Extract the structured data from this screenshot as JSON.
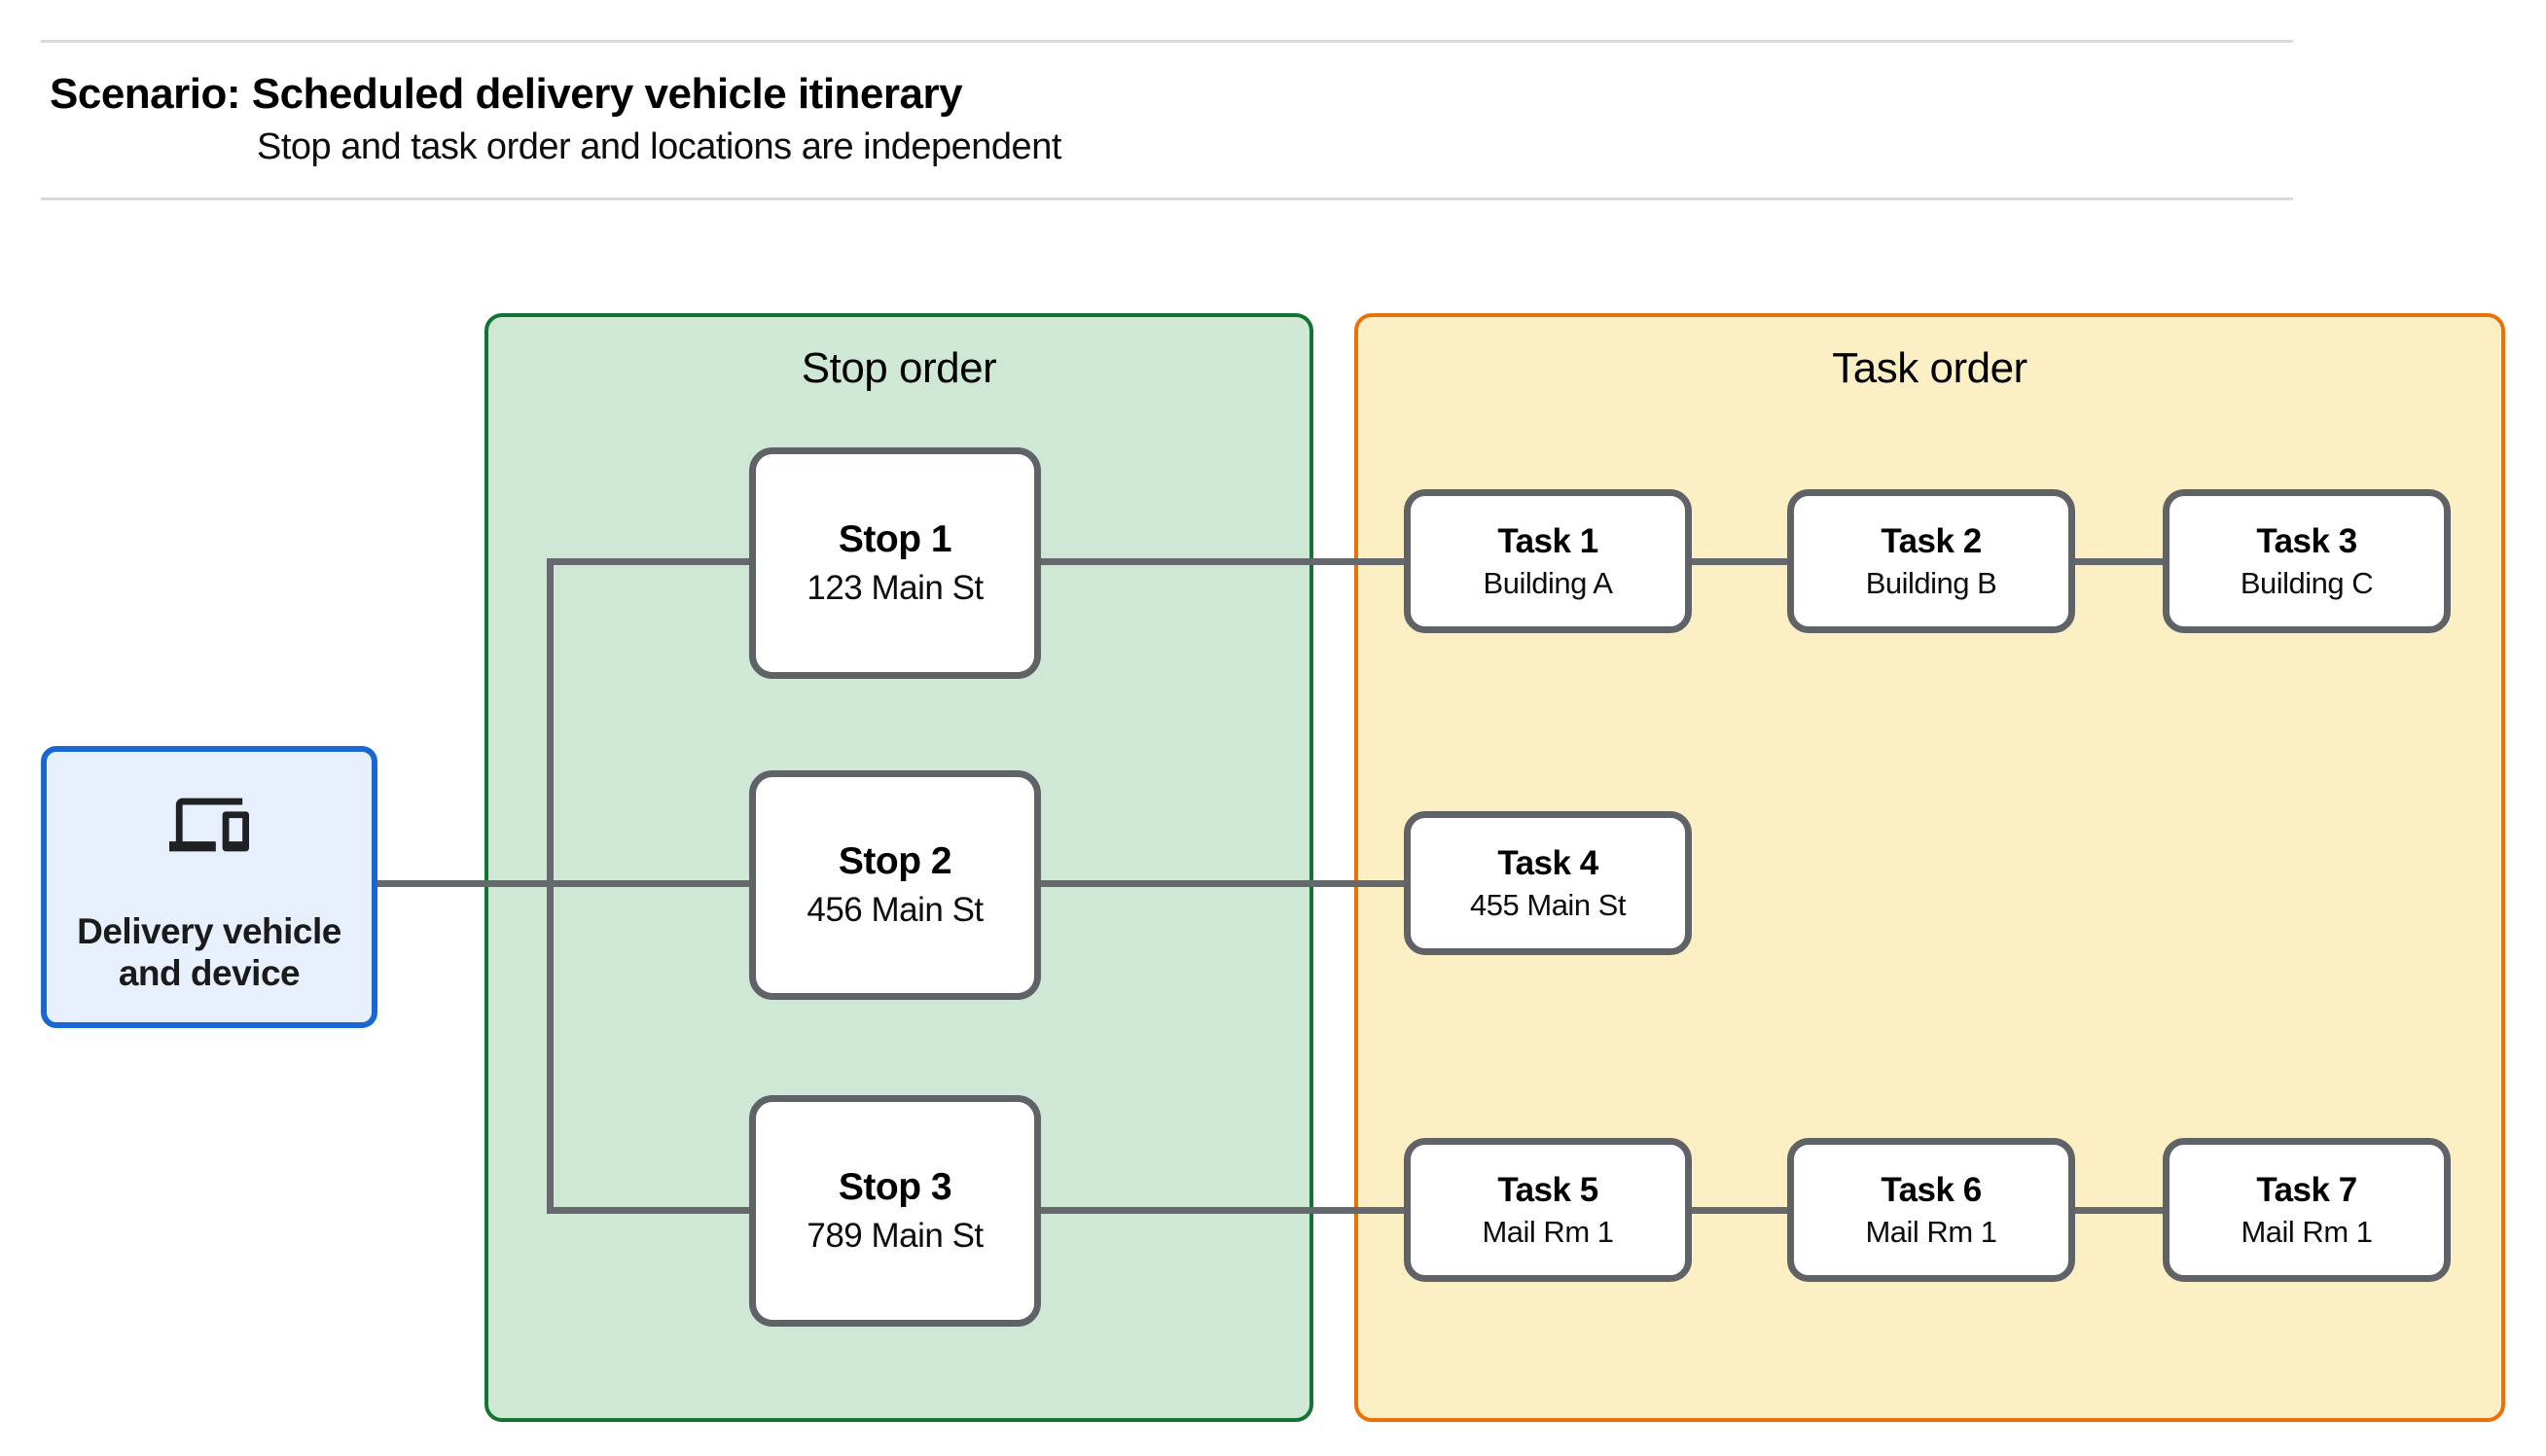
{
  "header": {
    "title": "Scenario: Scheduled delivery vehicle itinerary",
    "subtitle": "Stop and task order and locations are independent"
  },
  "vehicle_node": {
    "label": "Delivery vehicle and device",
    "icon": "devices-icon"
  },
  "stop_panel": {
    "title": "Stop order",
    "stops": [
      {
        "title": "Stop 1",
        "location": "123 Main St"
      },
      {
        "title": "Stop 2",
        "location": "456 Main St"
      },
      {
        "title": "Stop 3",
        "location": "789 Main St"
      }
    ]
  },
  "task_panel": {
    "title": "Task order",
    "tasks": [
      {
        "title": "Task 1",
        "location": "Building A"
      },
      {
        "title": "Task 2",
        "location": "Building B"
      },
      {
        "title": "Task 3",
        "location": "Building C"
      },
      {
        "title": "Task 4",
        "location": "455 Main St"
      },
      {
        "title": "Task 5",
        "location": "Mail Rm 1"
      },
      {
        "title": "Task 6",
        "location": "Mail Rm 1"
      },
      {
        "title": "Task 7",
        "location": "Mail Rm 1"
      }
    ]
  },
  "colors": {
    "stop_panel_fill": "#cfe8d6",
    "stop_panel_border": "#137333",
    "task_panel_fill": "#fdefc4",
    "task_panel_border": "#e8710a",
    "vehicle_fill": "#e8f0fe",
    "vehicle_border": "#1967d2",
    "node_border": "#5f6368",
    "connector": "#65686c"
  }
}
